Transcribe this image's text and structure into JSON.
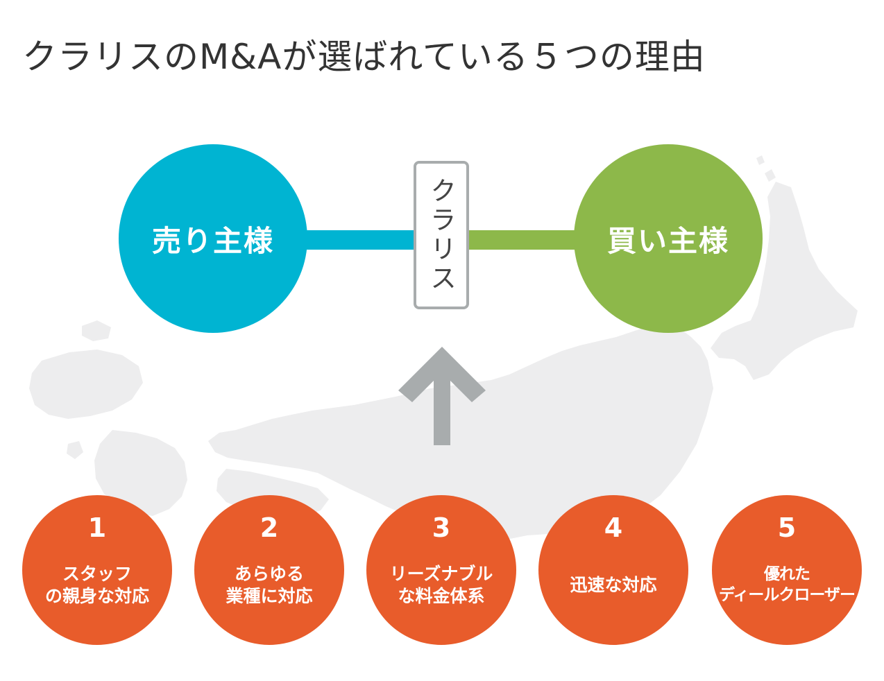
{
  "title": "クラリスのM&Aが選ばれている５つの理由",
  "diagram": {
    "seller": {
      "label": "売り主様",
      "color": "#00b4d2"
    },
    "intermediary": {
      "label": "クラリス",
      "border_color": "#a8acad"
    },
    "buyer": {
      "label": "買い主様",
      "color": "#8db84a"
    },
    "arrow": {
      "direction": "up",
      "color": "#a8acad"
    },
    "background": {
      "shape": "japan-map",
      "color": "#ededee"
    }
  },
  "reasons": [
    {
      "number": "1",
      "label": "スタッフ\nの親身な対応"
    },
    {
      "number": "2",
      "label": "あらゆる\n業種に対応"
    },
    {
      "number": "3",
      "label": "リーズナブル\nな料金体系"
    },
    {
      "number": "4",
      "label": "迅速な対応"
    },
    {
      "number": "5",
      "label": "優れた\nディールクローザー"
    }
  ],
  "reason_color": "#e85c2b"
}
